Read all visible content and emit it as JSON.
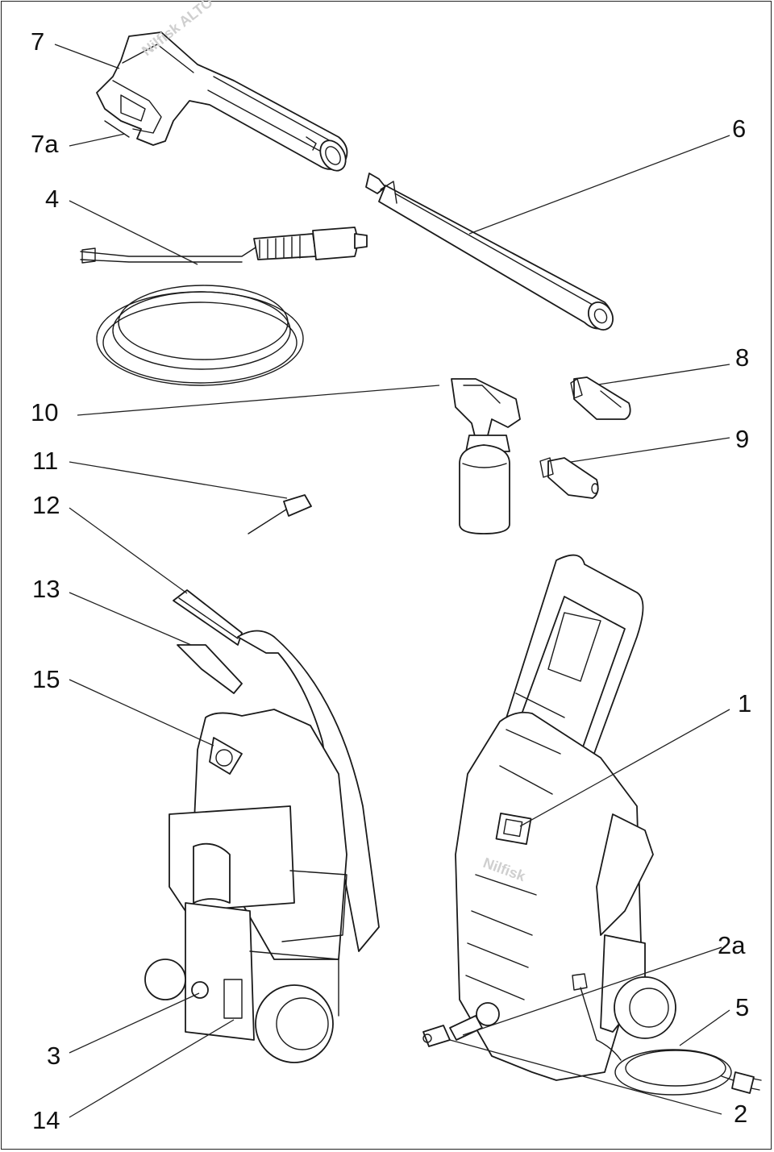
{
  "callouts": [
    {
      "id": "7",
      "text": "7"
    },
    {
      "id": "7a",
      "text": "7a"
    },
    {
      "id": "6",
      "text": "6"
    },
    {
      "id": "4",
      "text": "4"
    },
    {
      "id": "8",
      "text": "8"
    },
    {
      "id": "10",
      "text": "10"
    },
    {
      "id": "9",
      "text": "9"
    },
    {
      "id": "11",
      "text": "11"
    },
    {
      "id": "12",
      "text": "12"
    },
    {
      "id": "13",
      "text": "13"
    },
    {
      "id": "15",
      "text": "15"
    },
    {
      "id": "1",
      "text": "1"
    },
    {
      "id": "2a",
      "text": "2a"
    },
    {
      "id": "5",
      "text": "5"
    },
    {
      "id": "3",
      "text": "3"
    },
    {
      "id": "14",
      "text": "14"
    },
    {
      "id": "2",
      "text": "2"
    }
  ],
  "brand": {
    "gun_text": "Nilfisk ALTO",
    "unit_text": "Nilfisk"
  }
}
